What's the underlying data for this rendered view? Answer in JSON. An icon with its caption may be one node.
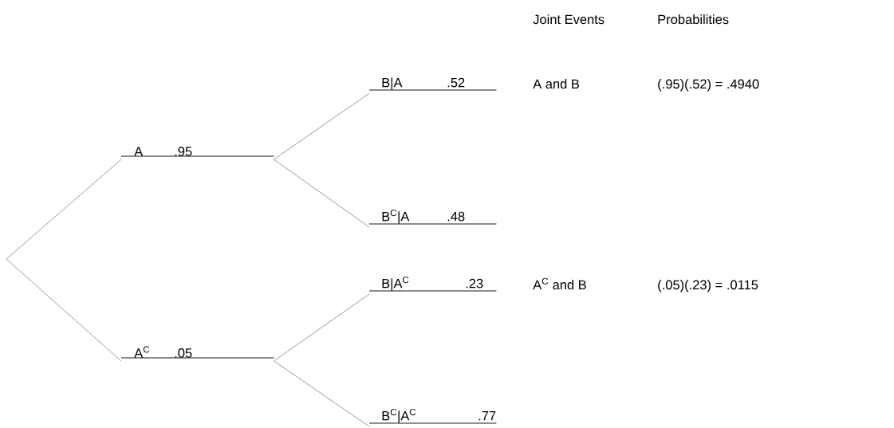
{
  "diagram": {
    "nodes": [
      {
        "text": [
          "A",
          ".95"
        ]
      },
      {
        "text": [
          "A$^{C}$",
          ".05"
        ]
      },
      {
        "text": [
          "B|A",
          ".52"
        ]
      },
      {
        "text": [
          "B$^{C}$|A",
          ".48"
        ]
      },
      {
        "text": [
          "B|A$^{C}$",
          ".23"
        ]
      },
      {
        "text": [
          "B$^{C}$|A$^{C}$",
          ".77"
        ]
      }
    ],
    "edges": [
      {
        "from": null,
        "to": 0,
        "arrow": "none"
      },
      {
        "from": null,
        "to": 1,
        "arrow": "none"
      },
      {
        "from": 0,
        "to": 2,
        "arrow": "none"
      },
      {
        "from": 0,
        "to": 3,
        "arrow": "none"
      },
      {
        "from": 1,
        "to": 4,
        "arrow": "none"
      },
      {
        "from": 1,
        "to": 5,
        "arrow": "none"
      }
    ],
    "labels": [
      "Joint Events",
      "Probabilities",
      "A and B",
      "(.95)(.52) = .4940",
      "A$^{C}$ and B",
      "(.05)(.23) = .0115"
    ]
  }
}
